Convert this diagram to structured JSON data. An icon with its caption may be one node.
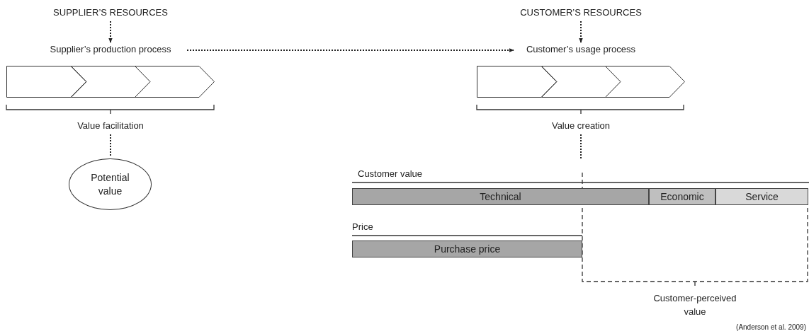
{
  "diagram": {
    "caption": "(Anderson et al. 2009)",
    "nodes": [
      {
        "text": [
          "SUPPLIER’S RESOURCES"
        ]
      },
      {
        "text": [
          "Supplier’s production process"
        ]
      },
      {
        "text": [],
        "shape": "chevron"
      },
      {
        "text": [],
        "shape": "chevron"
      },
      {
        "text": [],
        "shape": "chevron"
      },
      {
        "text": [
          "Value facilitation"
        ]
      },
      {
        "text": [
          "Potential value"
        ]
      },
      {
        "text": [
          "CUSTOMER’S RESOURCES"
        ]
      },
      {
        "text": [
          "Customer’s usage process"
        ]
      },
      {
        "text": [],
        "shape": "chevron"
      },
      {
        "text": [],
        "shape": "chevron"
      },
      {
        "text": [],
        "shape": "chevron"
      },
      {
        "text": [
          "Value creation"
        ]
      },
      {
        "text": [
          "Technical"
        ]
      },
      {
        "text": [
          "Economic"
        ]
      },
      {
        "text": [
          "Service"
        ]
      },
      {
        "text": [
          "Purchase price"
        ]
      }
    ],
    "edges": [
      {
        "from": 0,
        "to": 1,
        "arrow": "to"
      },
      {
        "from": 1,
        "to": 8,
        "arrow": "to"
      },
      {
        "from": 7,
        "to": 8,
        "arrow": "to"
      },
      {
        "from": 5,
        "to": 6,
        "arrow": "none"
      },
      {
        "from": 12,
        "to": null,
        "arrow": "none"
      }
    ],
    "labels": [
      "Customer value",
      "Price",
      "Customer-perceived value"
    ]
  }
}
